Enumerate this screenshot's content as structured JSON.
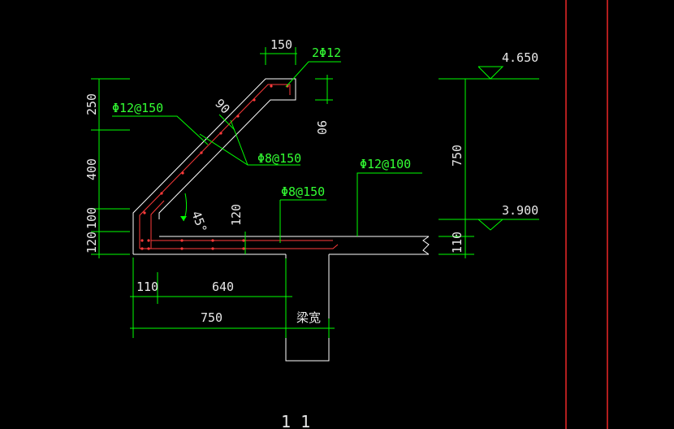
{
  "drawing": {
    "section_title": "1_1",
    "elevations": {
      "top": "4.650",
      "bottom": "3.900"
    },
    "dimensions": {
      "top_width": "150",
      "lip_height": "90",
      "slant_thickness": "90",
      "left_seg_250": "250",
      "left_seg_400": "400",
      "left_seg_100": "100",
      "left_seg_120": "120",
      "inner_120": "120",
      "right_750": "750",
      "right_110": "110",
      "bottom_110": "110",
      "bottom_640": "640",
      "bottom_750": "750",
      "beam_width": "梁宽",
      "angle": "45°"
    },
    "rebar_labels": {
      "top_bars": "2Φ12",
      "slant_dist": "Φ12@150",
      "slant_stirrup": "Φ8@150",
      "slab_dist": "Φ8@150",
      "slab_main": "Φ12@100"
    },
    "colors": {
      "background": "#000000",
      "outline": "#ffffff",
      "dimension": "#00ff00",
      "rebar": "#ff3b3b",
      "frame": "#ff2a2a"
    }
  }
}
